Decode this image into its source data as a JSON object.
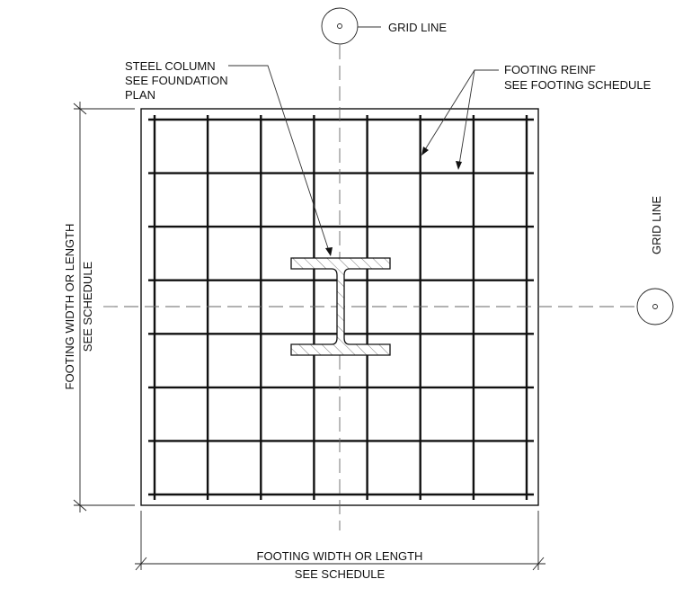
{
  "labels": {
    "grid_line_top": "GRID LINE",
    "grid_line_right": "GRID LINE",
    "steel_column": [
      "STEEL COLUMN",
      "SEE FOUNDATION",
      "PLAN"
    ],
    "footing_reinf": [
      "FOOTING REINF",
      "SEE FOOTING SCHEDULE"
    ],
    "dim_left": [
      "FOOTING WIDTH OR LENGTH",
      "SEE SCHEDULE"
    ],
    "dim_bottom": [
      "FOOTING WIDTH OR LENGTH",
      "SEE SCHEDULE"
    ]
  },
  "rebar_grid": {
    "vertical_bars": 8,
    "horizontal_bars": 8
  }
}
